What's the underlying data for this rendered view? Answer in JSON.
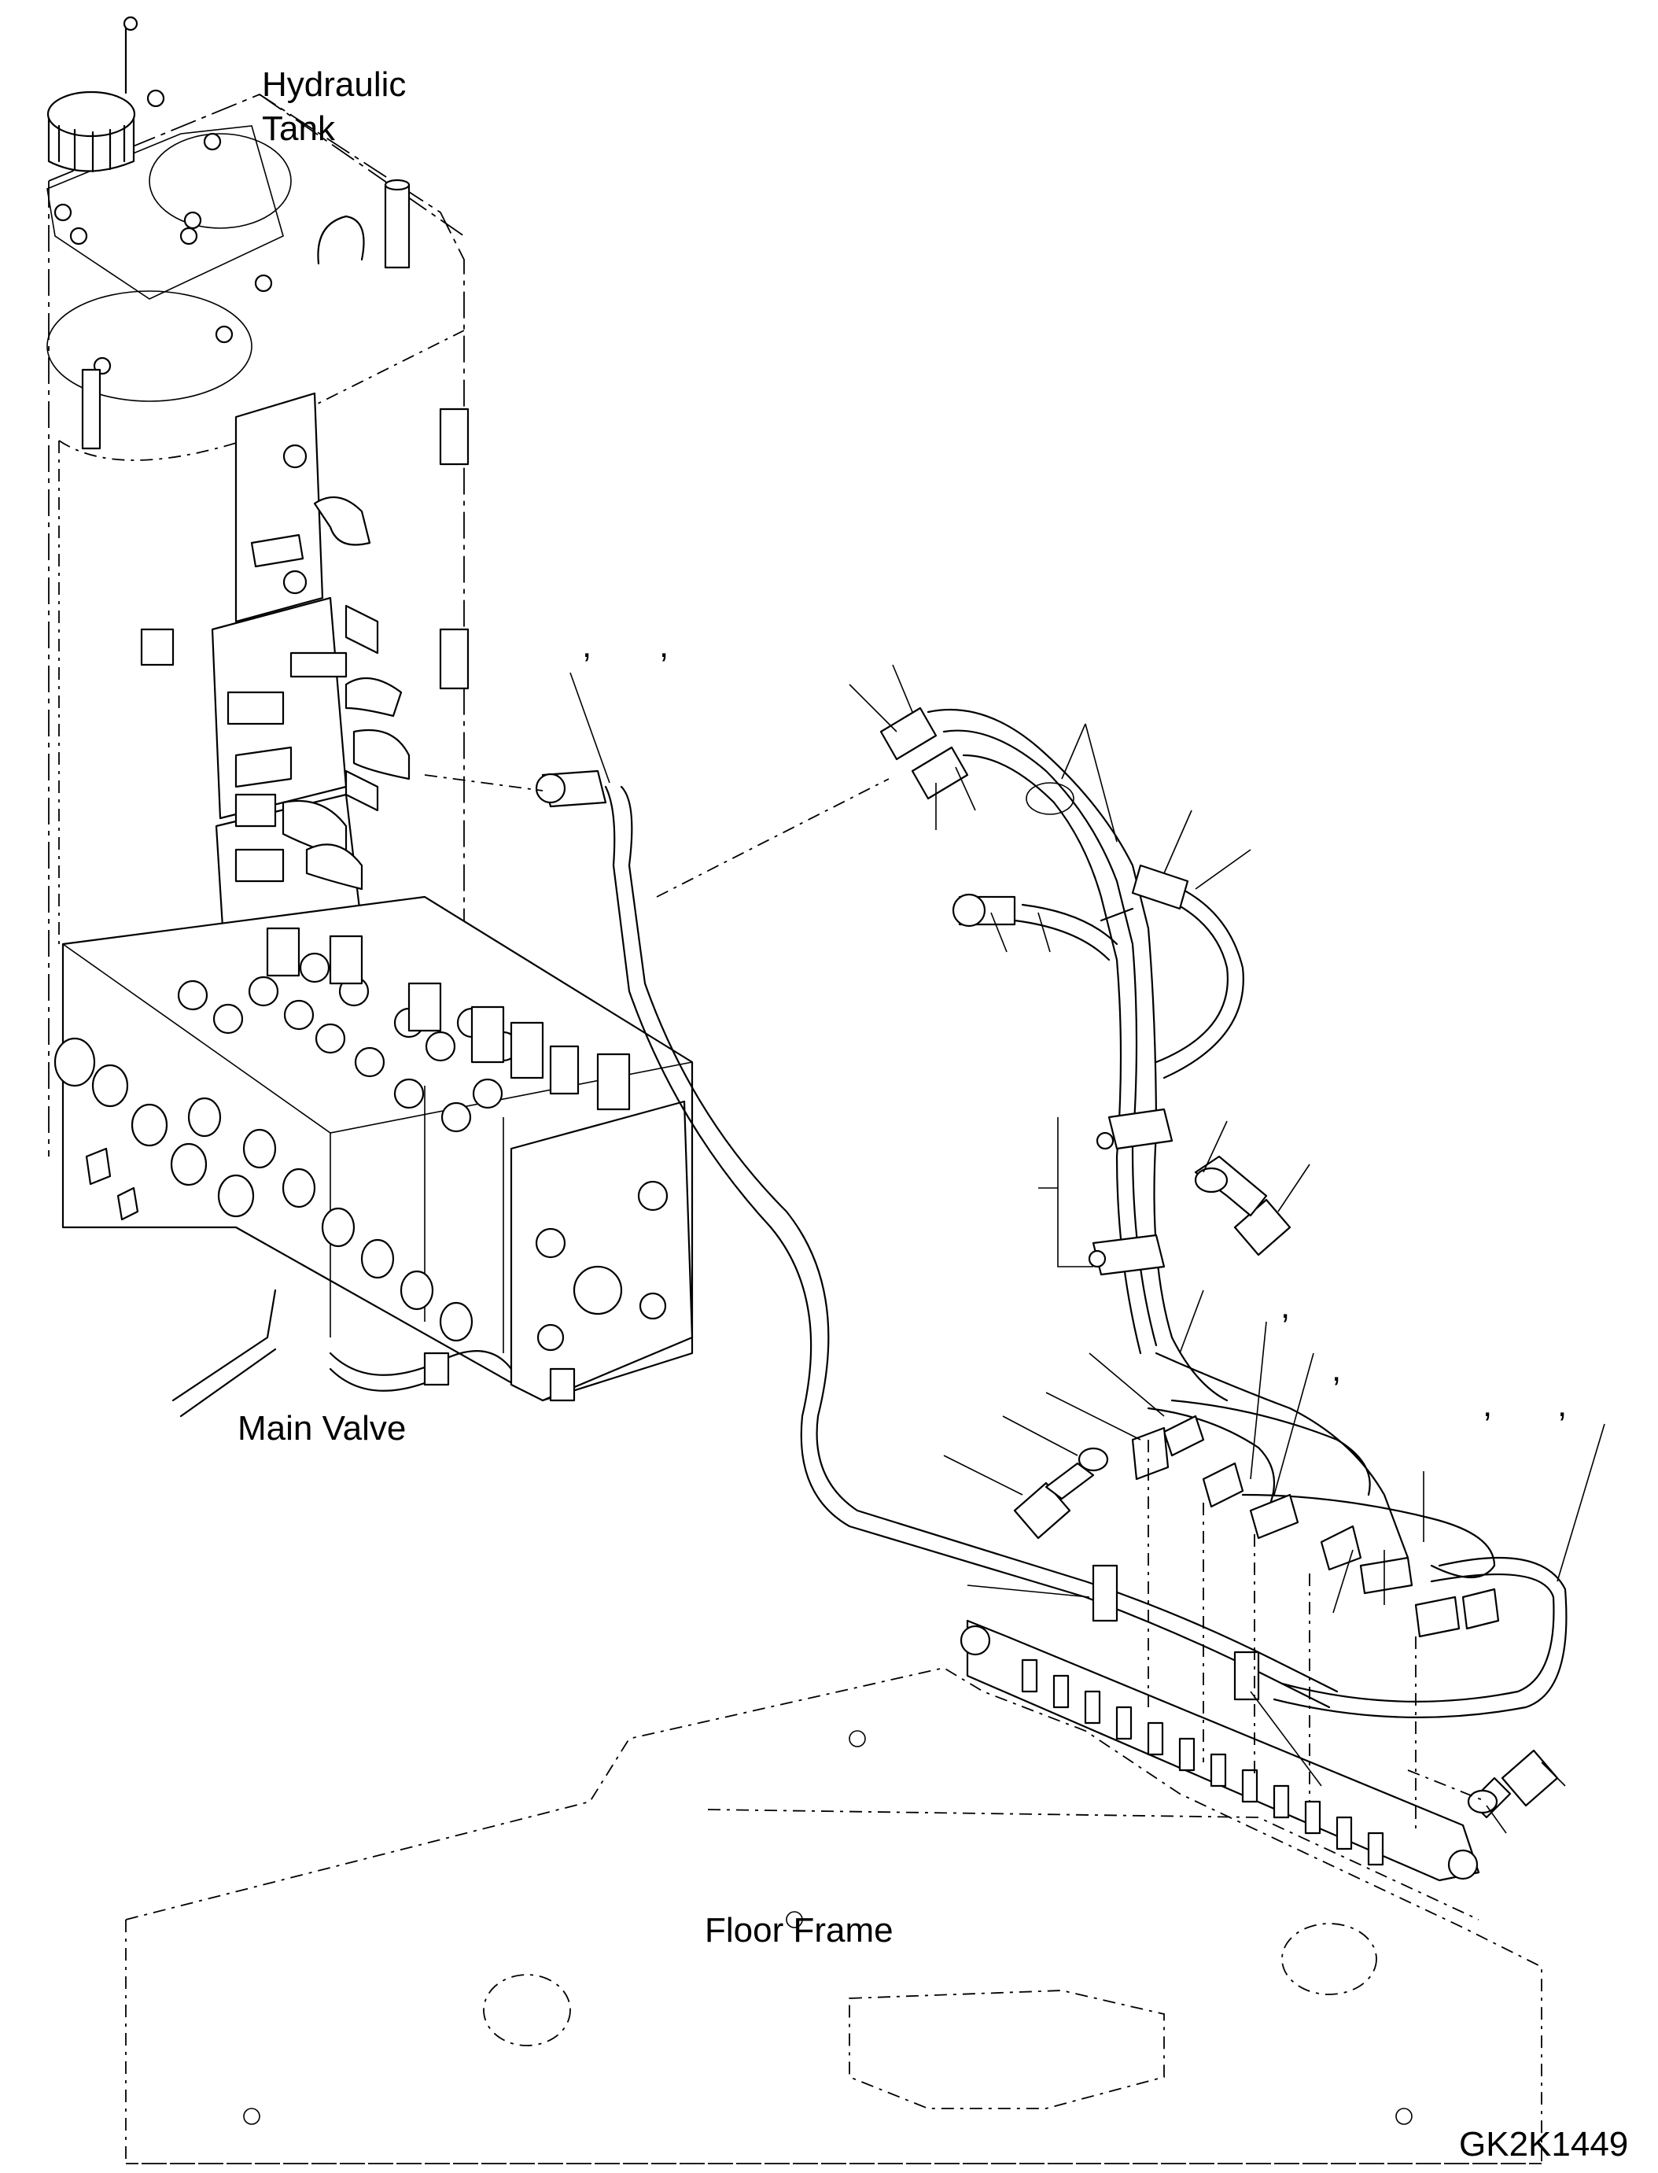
{
  "labels": {
    "hydraulic_tank_line1": "Hydraulic",
    "hydraulic_tank_line2": "Tank",
    "main_valve": "Main Valve",
    "floor_frame": "Floor Frame"
  },
  "drawing_code": "GK2K1449",
  "callout_marks": {
    "c1": ",",
    "c2": ",",
    "c3": ",",
    "c4": ",",
    "c5": ",",
    "c6": ","
  }
}
